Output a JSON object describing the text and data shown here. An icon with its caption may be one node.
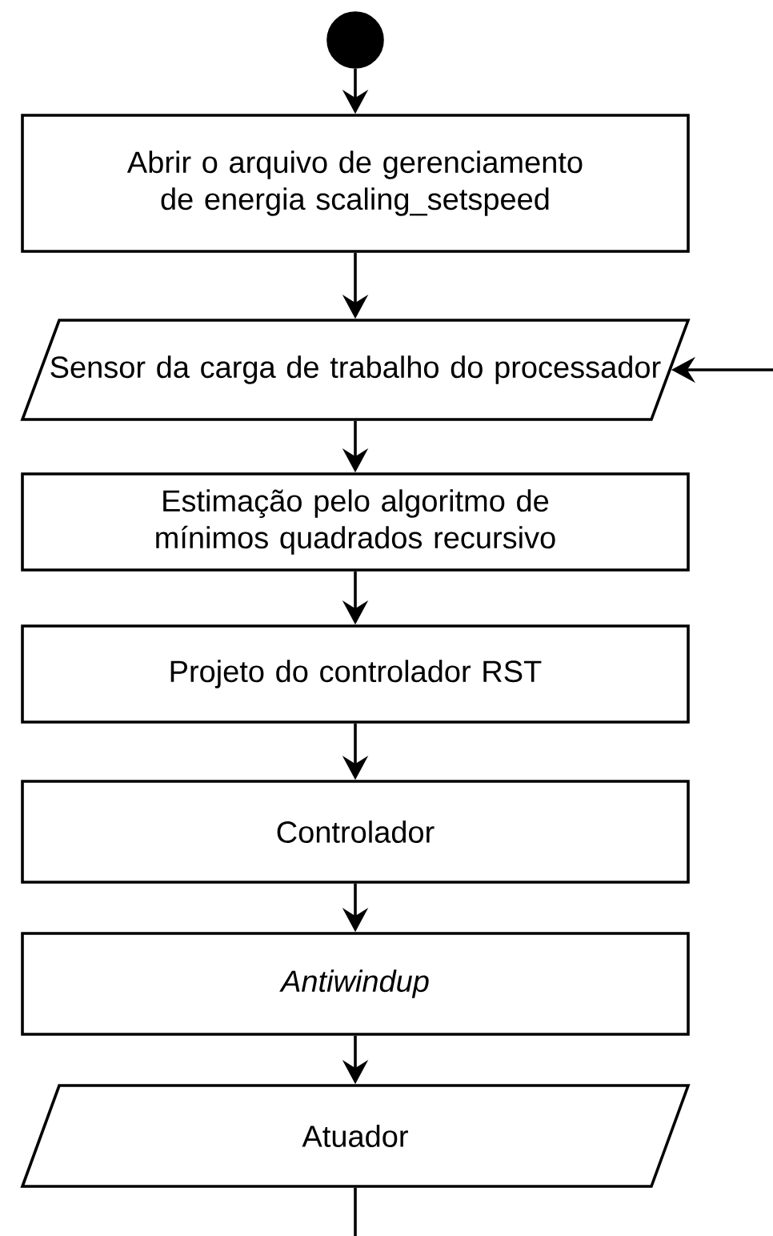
{
  "diagram": {
    "nodes": [
      {
        "text": [],
        "shape": "circle"
      },
      {
        "text": [
          "Abrir o arquivo de gerenciamento de energia scaling_setspeed"
        ]
      },
      {
        "text": [
          "Sensor da carga de trabalho do processador"
        ]
      },
      {
        "text": [
          "Estimação pelo algoritmo de mínimos quadrados recursivo"
        ]
      },
      {
        "text": [
          "Projeto do controlador RST"
        ]
      },
      {
        "text": [
          "Controlador"
        ]
      },
      {
        "text": [
          "Antiwindup"
        ]
      },
      {
        "text": [
          "Atuador"
        ]
      }
    ],
    "edges": [
      {
        "from": 0,
        "to": 1,
        "arrow": "to"
      },
      {
        "from": 1,
        "to": 2,
        "arrow": "to"
      },
      {
        "from": 2,
        "to": 3,
        "arrow": "to"
      },
      {
        "from": 3,
        "to": 4,
        "arrow": "to"
      },
      {
        "from": 4,
        "to": 5,
        "arrow": "to"
      },
      {
        "from": 5,
        "to": 6,
        "arrow": "to"
      },
      {
        "from": 6,
        "to": 7,
        "arrow": "to"
      },
      {
        "from": null,
        "to": 2,
        "arrow": "to"
      },
      {
        "from": 7,
        "to": null,
        "arrow": "none"
      }
    ]
  }
}
